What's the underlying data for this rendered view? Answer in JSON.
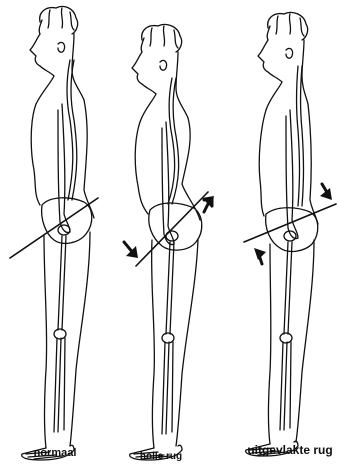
{
  "captions": {
    "normal": "normaal",
    "hollow_back": "holle rug",
    "flat_back": "uitgevlakte rug"
  },
  "colors": {
    "line": "#111111",
    "fill": "#ffffff"
  },
  "icons": [
    "pelvis-tilt-line",
    "tilt-arrow"
  ]
}
